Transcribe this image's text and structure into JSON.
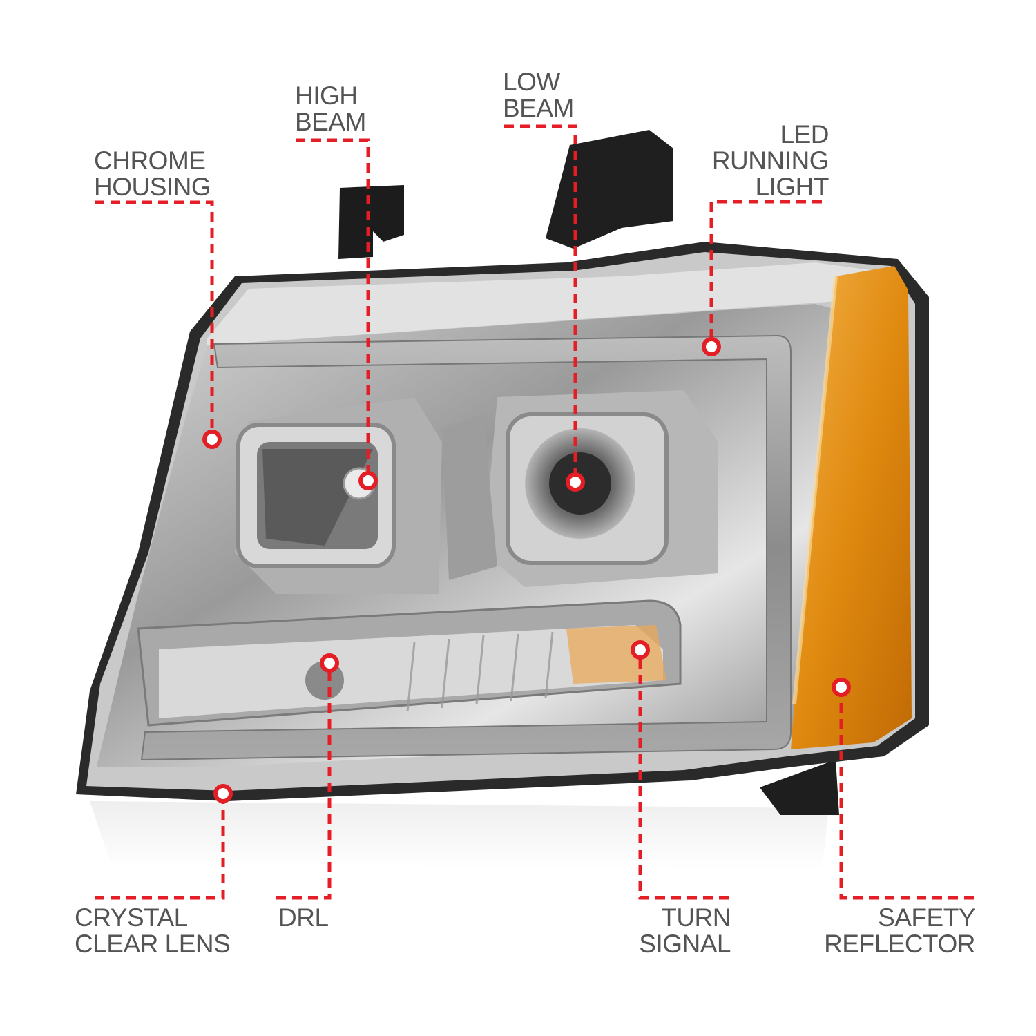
{
  "callouts": [
    {
      "id": "chrome-housing",
      "lines": [
        "CHROME",
        "HOUSING"
      ]
    },
    {
      "id": "high-beam",
      "lines": [
        "HIGH",
        "BEAM"
      ]
    },
    {
      "id": "low-beam",
      "lines": [
        "LOW",
        "BEAM"
      ]
    },
    {
      "id": "led-running-light",
      "lines": [
        "LED",
        "RUNNING",
        "LIGHT"
      ]
    },
    {
      "id": "crystal-clear-lens",
      "lines": [
        "CRYSTAL",
        "CLEAR LENS"
      ]
    },
    {
      "id": "drl",
      "lines": [
        "DRL"
      ]
    },
    {
      "id": "turn-signal",
      "lines": [
        "TURN",
        "SIGNAL"
      ]
    },
    {
      "id": "safety-reflector",
      "lines": [
        "SAFETY",
        "REFLECTOR"
      ]
    }
  ],
  "colors": {
    "callout_line": "#e31e25",
    "label_text": "#545454",
    "amber_lens": "#e08a10"
  }
}
